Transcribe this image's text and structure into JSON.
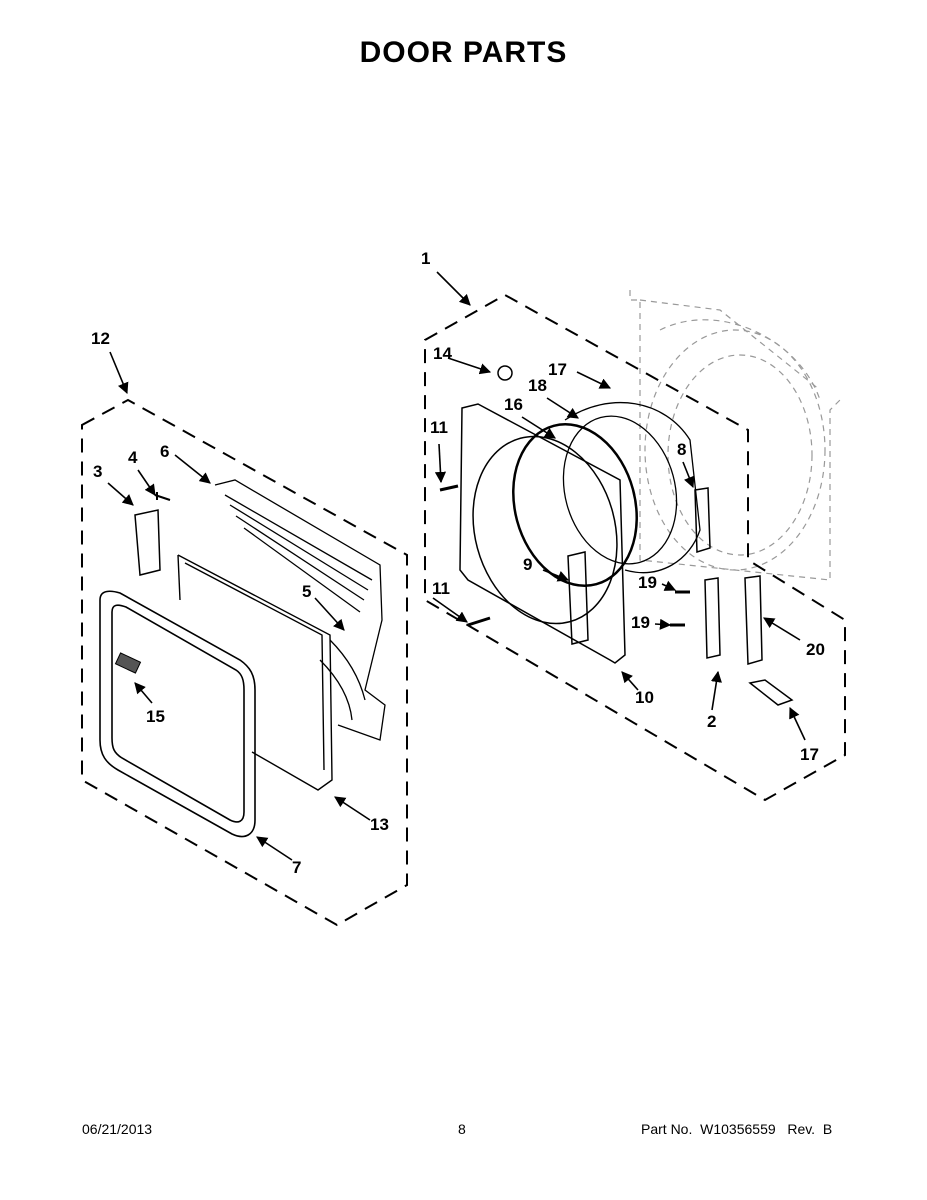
{
  "title": "DOOR PARTS",
  "callouts": {
    "c1": "1",
    "c2": "2",
    "c3": "3",
    "c4": "4",
    "c5": "5",
    "c6": "6",
    "c7": "7",
    "c8": "8",
    "c9": "9",
    "c10": "10",
    "c11a": "11",
    "c11b": "11",
    "c12": "12",
    "c13": "13",
    "c14": "14",
    "c15": "15",
    "c16": "16",
    "c17a": "17",
    "c17b": "17",
    "c18": "18",
    "c19a": "19",
    "c19b": "19",
    "c20": "20"
  },
  "footer": {
    "date": "06/21/2013",
    "page": "8",
    "part_label": "Part No.",
    "part_number": "W10356559",
    "rev_label": "Rev.",
    "rev": "B"
  }
}
